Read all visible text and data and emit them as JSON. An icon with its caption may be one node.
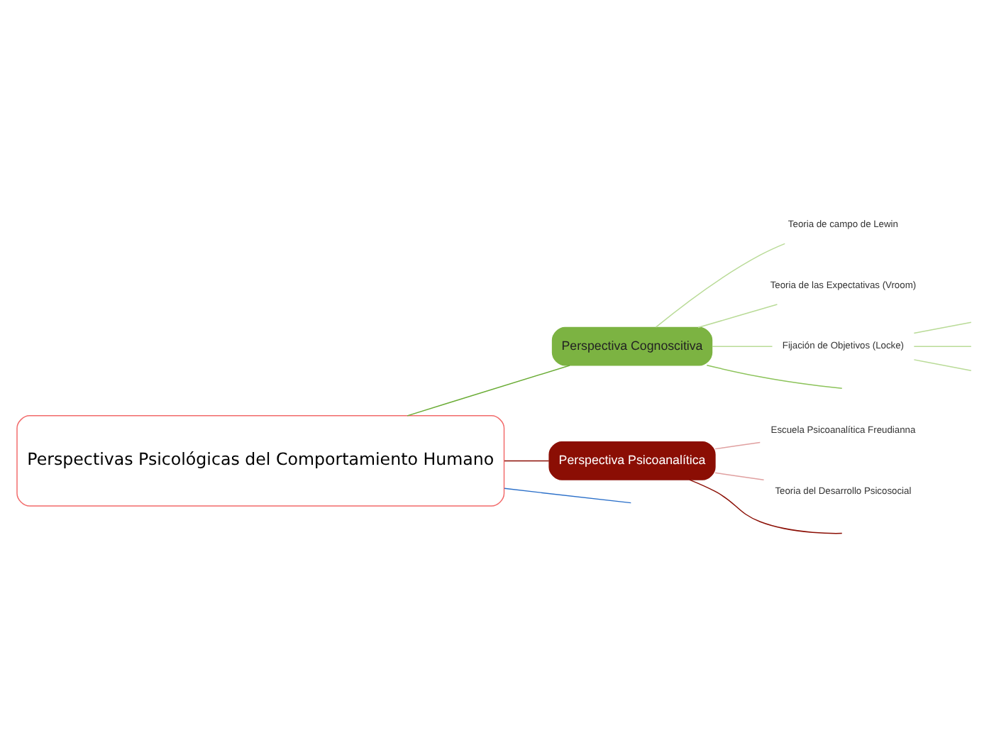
{
  "diagram": {
    "nodes": [
      {
        "text": [
          "Perspectivas Psicológicas del Comportamiento Humano"
        ]
      },
      {
        "text": [
          "Perspectiva Cognoscitiva"
        ]
      },
      {
        "text": [
          "Teoria de campo de Lewin"
        ]
      },
      {
        "text": [
          "Teoria de las Expectativas (Vroom)"
        ]
      },
      {
        "text": [
          "Fijación de Objetivos (Locke)"
        ]
      },
      {
        "text": [
          "Perspectiva Psicoanalítica"
        ]
      },
      {
        "text": [
          "Escuela Psicoanalítica Freudianna"
        ]
      },
      {
        "text": [
          "Teoria del Desarrollo Psicosocial"
        ]
      }
    ],
    "edges": [
      {
        "from": 0,
        "to": 1,
        "arrow": "none",
        "color": "#6aac35"
      },
      {
        "from": 0,
        "to": 5,
        "arrow": "none",
        "color": "#8b0e04"
      },
      {
        "from": 0,
        "to": null,
        "arrow": "none",
        "color": "#2a6fc9"
      },
      {
        "from": 1,
        "to": 2,
        "arrow": "none",
        "color": "#b9db97"
      },
      {
        "from": 1,
        "to": 3,
        "arrow": "none",
        "color": "#b9db97"
      },
      {
        "from": 1,
        "to": 4,
        "arrow": "none",
        "color": "#b9db97"
      },
      {
        "from": 1,
        "to": null,
        "arrow": "none",
        "color": "#8cc35a"
      },
      {
        "from": 4,
        "to": null,
        "arrow": "none",
        "color": "#b9db97"
      },
      {
        "from": 4,
        "to": null,
        "arrow": "none",
        "color": "#b9db97"
      },
      {
        "from": 4,
        "to": null,
        "arrow": "none",
        "color": "#b9db97"
      },
      {
        "from": 5,
        "to": 6,
        "arrow": "none",
        "color": "#e0a0a0"
      },
      {
        "from": 5,
        "to": 7,
        "arrow": "none",
        "color": "#e0a0a0"
      },
      {
        "from": 5,
        "to": null,
        "arrow": "none",
        "color": "#8b0e04"
      }
    ]
  }
}
